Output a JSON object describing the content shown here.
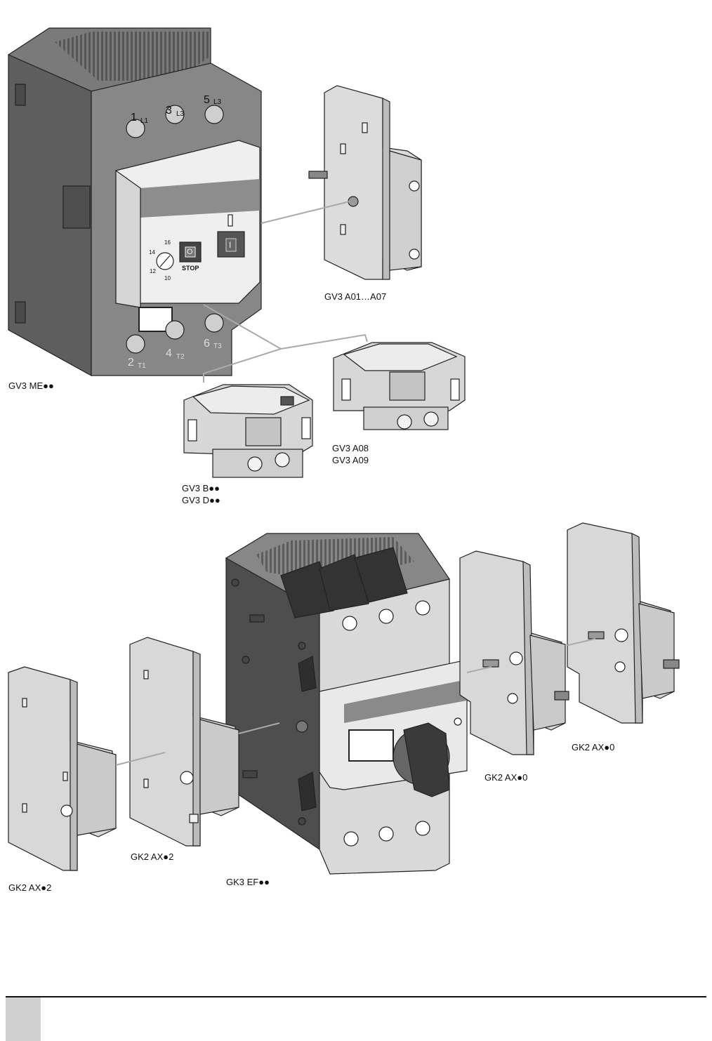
{
  "labels": {
    "gv3_me": "GV3 ME●●",
    "gv3_a01_a07": "GV3 A01…A07",
    "gv3_a08": "GV3 A08",
    "gv3_a09": "GV3 A09",
    "gv3_b": "GV3 B●●",
    "gv3_d": "GV3 D●●",
    "gk2_ax2_left": "GK2 AX●2",
    "gk2_ax2_mid": "GK2 AX●2",
    "gk3_ef": "GK3 EF●●",
    "gk2_ax0_a": "GK2 AX●0",
    "gk2_ax0_b": "GK2 AX●0"
  },
  "device_markings": {
    "terminals_top": [
      "1",
      "L1",
      "3",
      "L3",
      "5",
      "L3"
    ],
    "terminals_bottom": [
      "2",
      "T1",
      "4",
      "T2",
      "6",
      "T3"
    ],
    "dial": [
      "16",
      "14",
      "12",
      "10"
    ],
    "stop_text": "STOP",
    "stop_button_glyph": "O",
    "start_button_glyph": "I"
  },
  "colors": {
    "body_dark": "#5e5e5e",
    "body_mid": "#8a8a8a",
    "body_light": "#d9d9d9",
    "panel_white": "#efefef",
    "outline": "#222222",
    "leader": "#aaaaaa",
    "footer_tab": "#d0d0d0"
  }
}
